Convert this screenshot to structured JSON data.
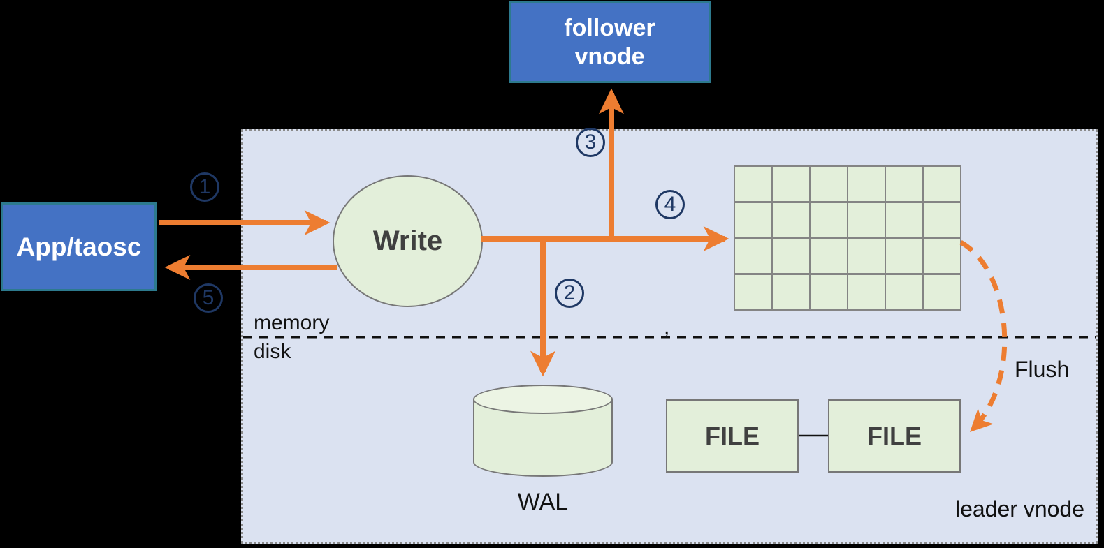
{
  "nodes": {
    "app": {
      "label": "App/taosc"
    },
    "follower": {
      "line1": "follower",
      "line2": "vnode"
    },
    "write": {
      "label": "Write"
    },
    "mem_table": {
      "rows": 4,
      "cols": 6
    },
    "wal": {
      "label": "WAL"
    },
    "file_left": {
      "label": "FILE"
    },
    "file_right": {
      "label": "FILE"
    }
  },
  "labels": {
    "memory": "memory",
    "disk": "disk",
    "flush": "Flush",
    "leader_vnode": "leader vnode",
    "divider_mark": ","
  },
  "steps": {
    "s1": "1",
    "s2": "2",
    "s3": "3",
    "s4": "4",
    "s5": "5"
  },
  "colors": {
    "background": "#000000",
    "node_blue": "#4472C4",
    "node_blue_border": "#2D7A8E",
    "panel": "#DBE2F1",
    "panel_border": "#8A8A8A",
    "green": "#E3EFDA",
    "green_light": "#ECF4E4",
    "gray_border": "#777777",
    "arrow_orange": "#ED7D31",
    "step_navy": "#1F3864",
    "text_dark": "#404040",
    "text_black": "#111111"
  }
}
